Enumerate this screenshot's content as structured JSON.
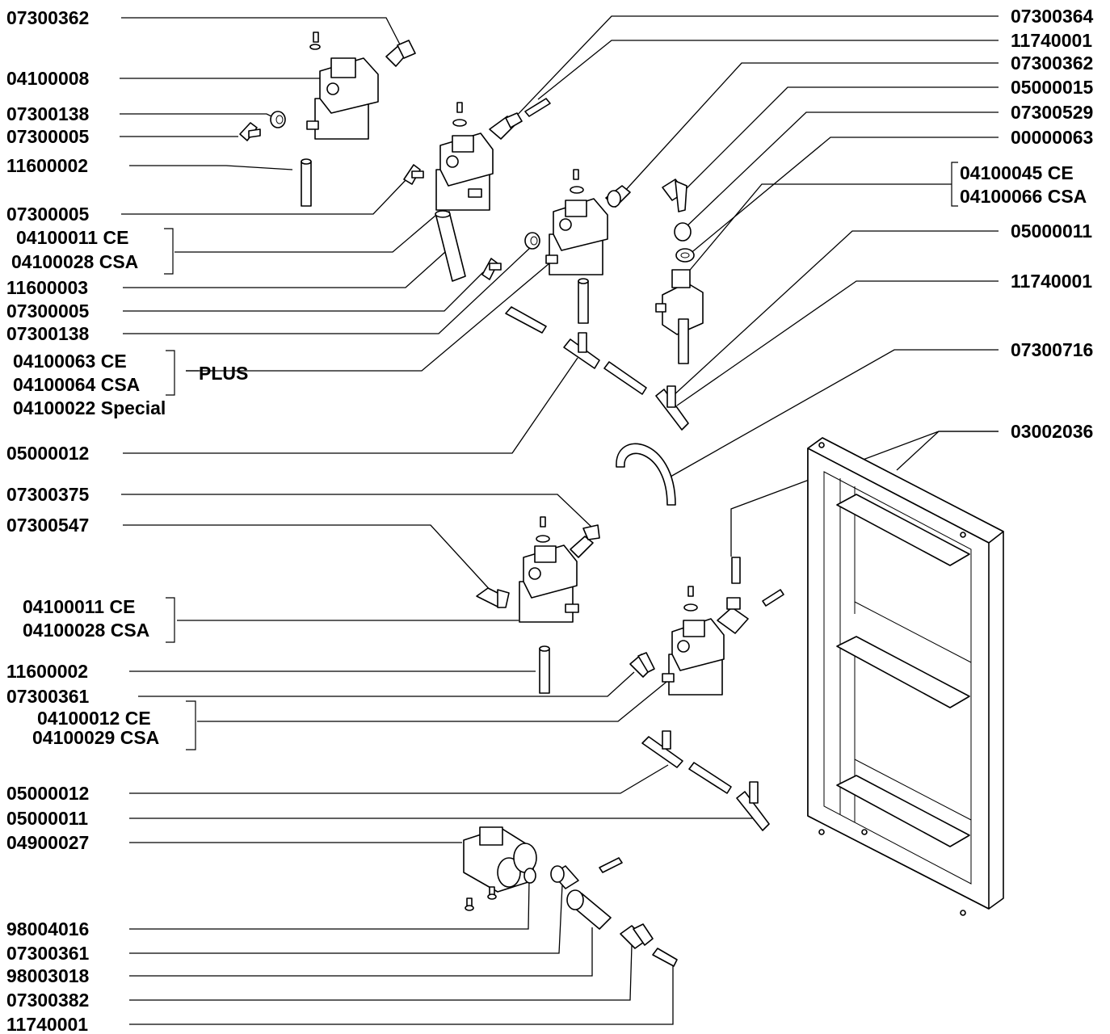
{
  "labels_left": [
    {
      "key": "l1",
      "text": "07300362"
    },
    {
      "key": "l2",
      "text": "04100008"
    },
    {
      "key": "l3",
      "text": "07300138"
    },
    {
      "key": "l4",
      "text": "07300005"
    },
    {
      "key": "l5",
      "text": "11600002"
    },
    {
      "key": "l6",
      "text": "07300005"
    },
    {
      "key": "l7",
      "text": "04100011 CE"
    },
    {
      "key": "l8",
      "text": "04100028 CSA"
    },
    {
      "key": "l9",
      "text": "11600003"
    },
    {
      "key": "l10",
      "text": "07300005"
    },
    {
      "key": "l11",
      "text": "07300138"
    },
    {
      "key": "l12",
      "text": "04100063 CE"
    },
    {
      "key": "l13",
      "text": "04100064 CSA"
    },
    {
      "key": "l14",
      "text": "04100022 Special"
    },
    {
      "key": "l15",
      "text": "05000012"
    },
    {
      "key": "l16",
      "text": "07300375"
    },
    {
      "key": "l17",
      "text": "07300547"
    },
    {
      "key": "l18",
      "text": "04100011 CE"
    },
    {
      "key": "l19",
      "text": "04100028 CSA"
    },
    {
      "key": "l20",
      "text": "11600002"
    },
    {
      "key": "l21",
      "text": "07300361"
    },
    {
      "key": "l22",
      "text": "04100012 CE"
    },
    {
      "key": "l23",
      "text": "04100029 CSA"
    },
    {
      "key": "l24",
      "text": "05000012"
    },
    {
      "key": "l25",
      "text": "05000011"
    },
    {
      "key": "l26",
      "text": "04900027"
    },
    {
      "key": "l27",
      "text": "98004016"
    },
    {
      "key": "l28",
      "text": "07300361"
    },
    {
      "key": "l29",
      "text": "98003018"
    },
    {
      "key": "l30",
      "text": "07300382"
    },
    {
      "key": "l31",
      "text": "11740001"
    }
  ],
  "labels_right": [
    {
      "key": "r1",
      "text": "07300364"
    },
    {
      "key": "r2",
      "text": "11740001"
    },
    {
      "key": "r3",
      "text": "07300362"
    },
    {
      "key": "r4",
      "text": "05000015"
    },
    {
      "key": "r5",
      "text": "07300529"
    },
    {
      "key": "r6",
      "text": "00000063"
    },
    {
      "key": "r7",
      "text": "04100045 CE"
    },
    {
      "key": "r8",
      "text": "04100066 CSA"
    },
    {
      "key": "r9",
      "text": "05000011"
    },
    {
      "key": "r10",
      "text": "11740001"
    },
    {
      "key": "r11",
      "text": "07300716"
    },
    {
      "key": "r12",
      "text": "03002036"
    }
  ],
  "plus_label": "PLUS"
}
